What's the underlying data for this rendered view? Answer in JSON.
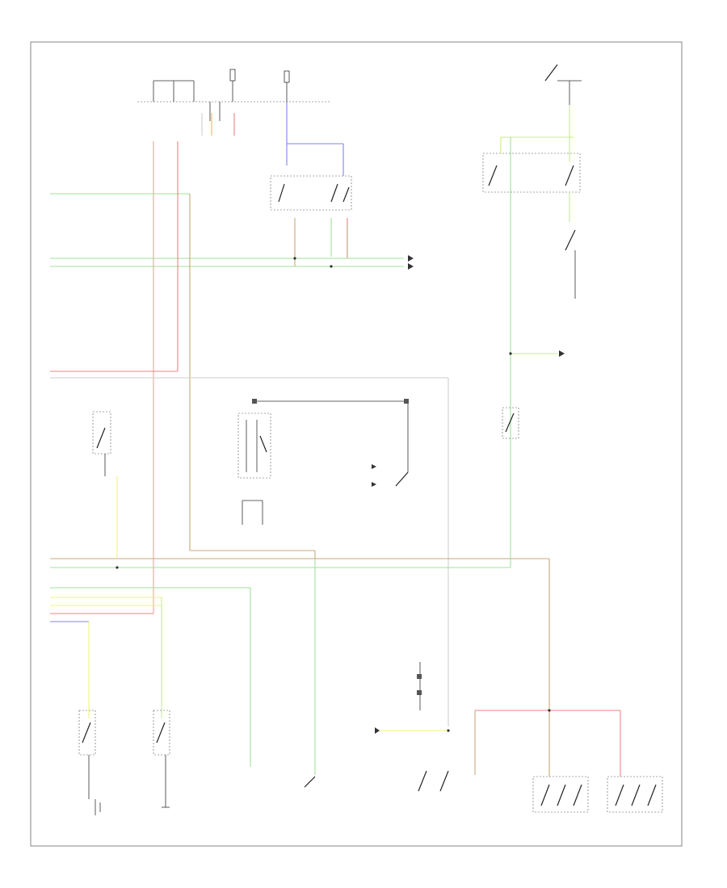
{
  "diagram": {
    "footer_code": "",
    "colors": {
      "green": "#9fe39a",
      "pink": "#f6a0a0",
      "red": "#f08080",
      "tan": "#c8a878",
      "yellow": "#f3f37a",
      "yellowgreen": "#c8f070",
      "blue": "#8080f0",
      "gray": "#cfcfcf",
      "orange": "#f4b860",
      "lightgreen": "#b8f0a0"
    },
    "components": [
      {
        "id": "ignition-switch",
        "label": ""
      },
      {
        "id": "hot-at-all-times-fuse",
        "label": ""
      },
      {
        "id": "hot-in-run-fuse",
        "label": ""
      },
      {
        "id": "junction-block",
        "label": ""
      },
      {
        "id": "overdrive-cancel-switch",
        "label": ""
      },
      {
        "id": "transmission-control-relay",
        "label": ""
      },
      {
        "id": "engine-control-module",
        "label": ""
      },
      {
        "id": "shift-solenoids",
        "label": ""
      },
      {
        "id": "transmission-range-switch-left",
        "label": ""
      },
      {
        "id": "transmission-range-switch-right",
        "label": ""
      },
      {
        "id": "brake-switch",
        "label": ""
      },
      {
        "id": "stop-lamp-switch",
        "label": ""
      },
      {
        "id": "throttle-position-sensor",
        "label": ""
      },
      {
        "id": "vehicle-speed-sensor",
        "label": ""
      },
      {
        "id": "shift-lock-solenoid",
        "label": ""
      },
      {
        "id": "left-transmission-switch",
        "label": ""
      },
      {
        "id": "right-transmission-switch",
        "label": ""
      },
      {
        "id": "neutral-safety-relay",
        "label": ""
      },
      {
        "id": "starter-relay",
        "label": ""
      },
      {
        "id": "key-interlock-solenoid",
        "label": ""
      }
    ]
  }
}
